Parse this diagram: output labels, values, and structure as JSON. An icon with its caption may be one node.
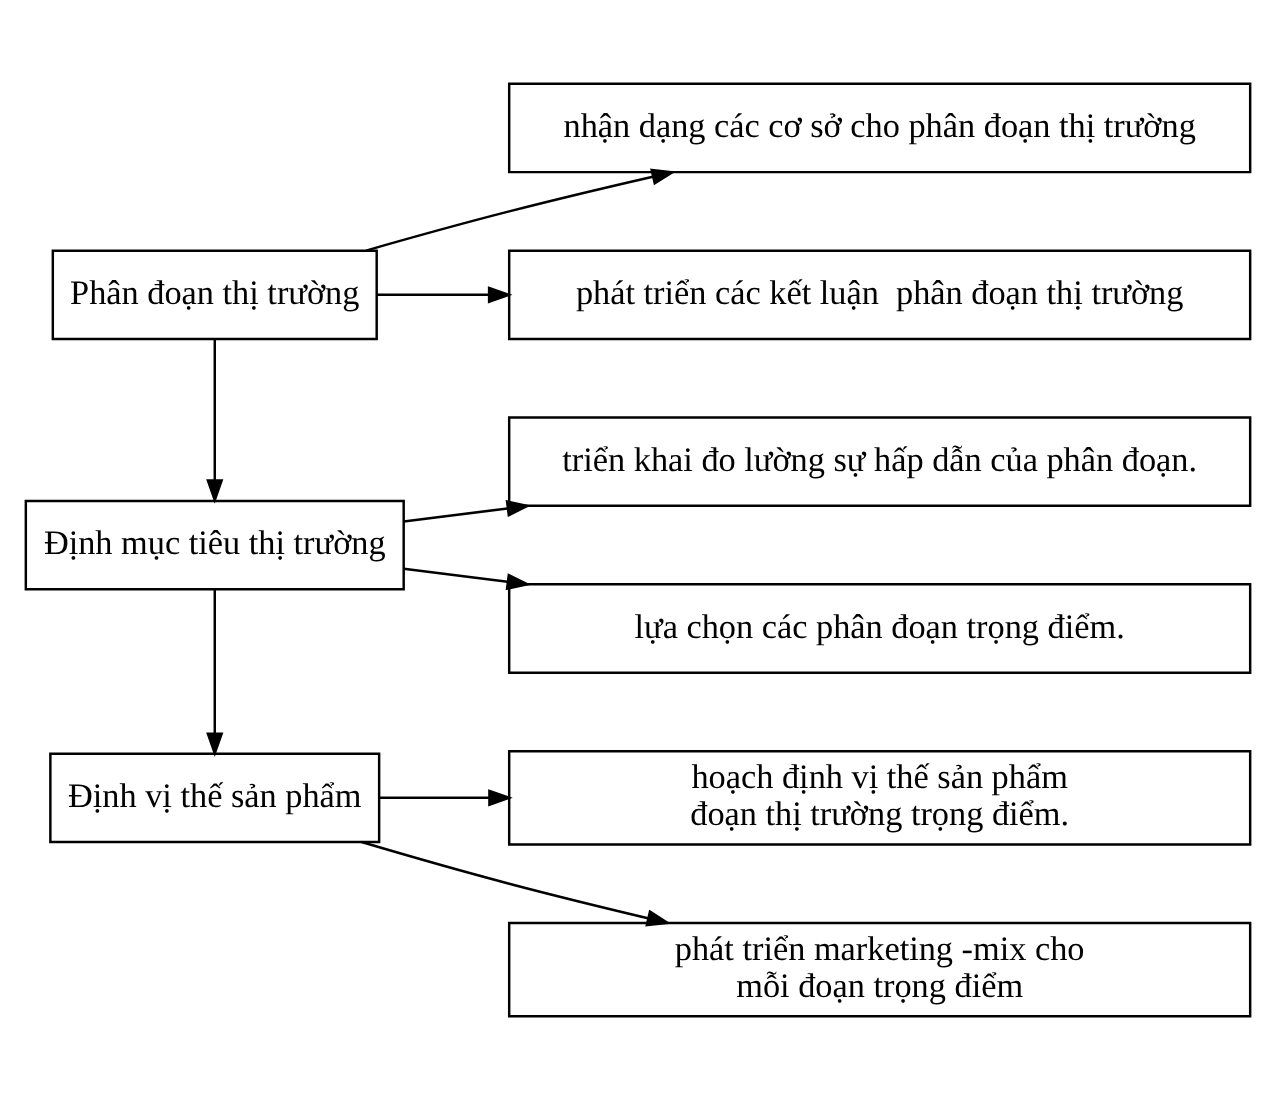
{
  "diagram": {
    "nodes": [
      {
        "text": [
          "Phân đoạn thị trường"
        ]
      },
      {
        "text": [
          "nhận dạng các cơ sở cho phân đoạn thị trường"
        ]
      },
      {
        "text": [
          "phát triển các kết luận  phân đoạn thị trường"
        ]
      },
      {
        "text": [
          "Định mục tiêu thị trường"
        ]
      },
      {
        "text": [
          "triển khai đo lường sự hấp dẫn của phân đoạn."
        ]
      },
      {
        "text": [
          "lựa chọn các phân đoạn trọng điểm."
        ]
      },
      {
        "text": [
          "Định vị thế sản phẩm"
        ]
      },
      {
        "text": [
          "hoạch định vị thế sản phẩm đoạn thị trường trọng điểm."
        ]
      },
      {
        "text": [
          "phát triển marketing -mix cho mỗi đoạn trọng điểm"
        ]
      }
    ],
    "edges": [
      {
        "from": 0,
        "to": 1,
        "arrow": "to"
      },
      {
        "from": 0,
        "to": 2,
        "arrow": "to"
      },
      {
        "from": 0,
        "to": 3,
        "arrow": "to"
      },
      {
        "from": 3,
        "to": 4,
        "arrow": "to"
      },
      {
        "from": 3,
        "to": 5,
        "arrow": "to"
      },
      {
        "from": 3,
        "to": 6,
        "arrow": "to"
      },
      {
        "from": 6,
        "to": 7,
        "arrow": "to"
      },
      {
        "from": 6,
        "to": 8,
        "arrow": "to"
      }
    ]
  }
}
